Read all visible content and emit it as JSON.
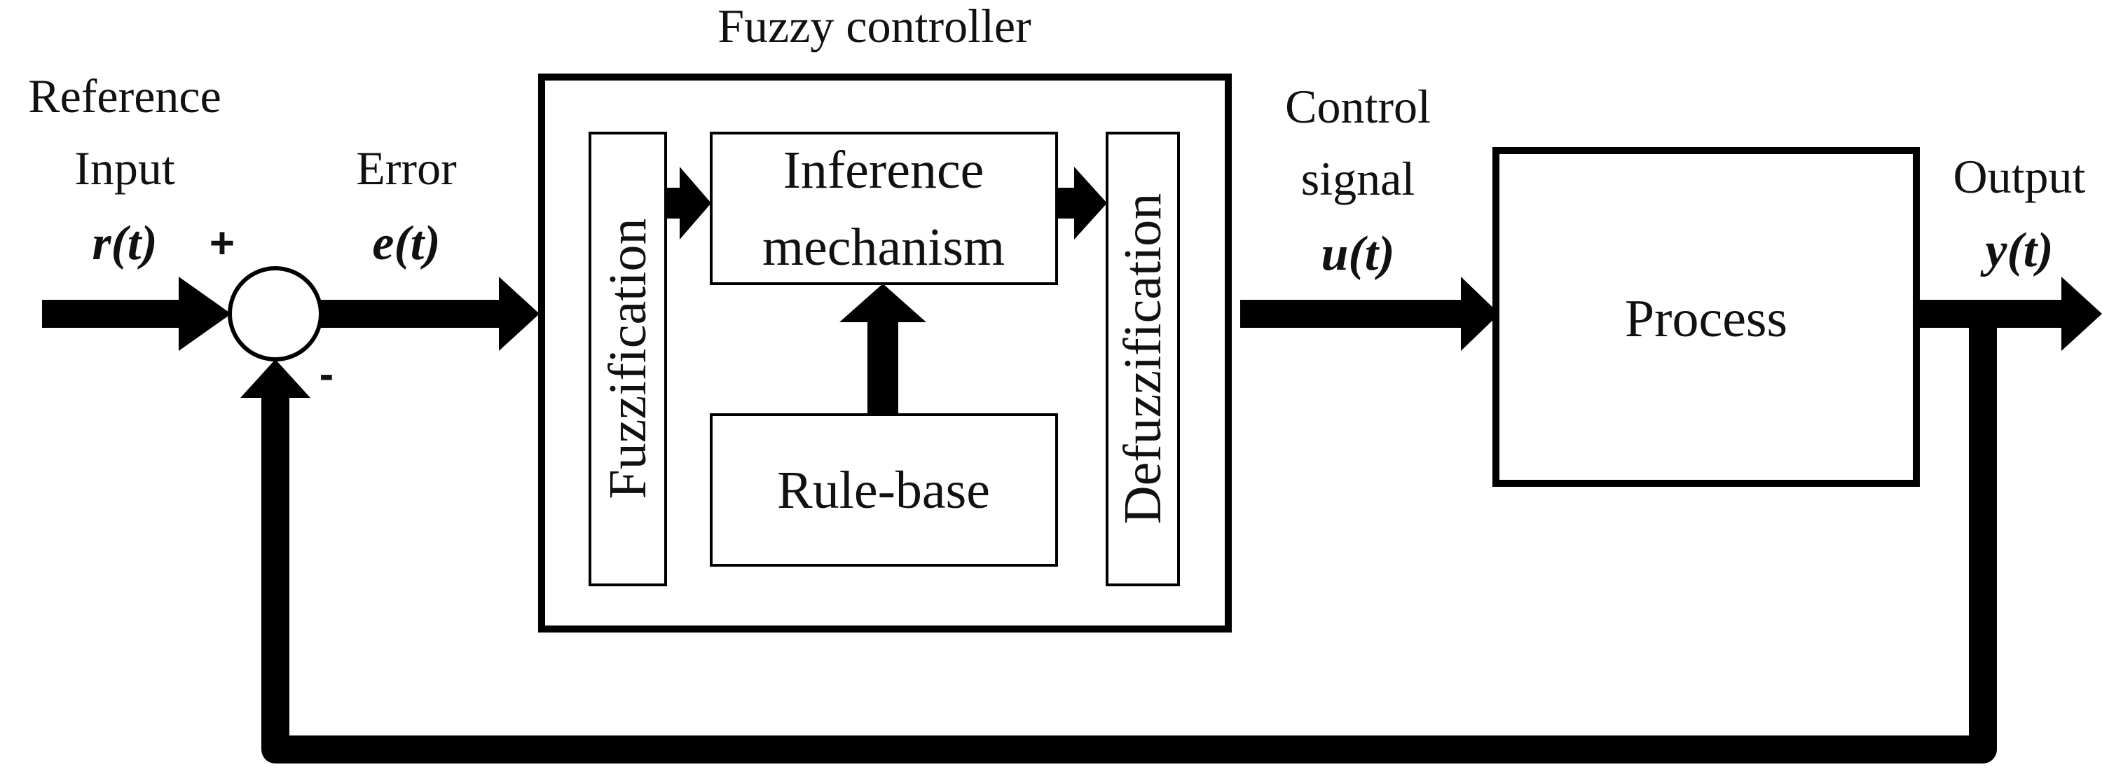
{
  "reference_input": {
    "line1": "Reference",
    "line2": "Input",
    "signal": "r(t)"
  },
  "sum_signs": {
    "plus": "+",
    "minus": "-"
  },
  "error": {
    "label": "Error",
    "signal": "e(t)"
  },
  "fuzzy_controller": {
    "title": "Fuzzy controller",
    "fuzzification": "Fuzzification",
    "inference_line1": "Inference",
    "inference_line2": "mechanism",
    "rule_base": "Rule-base",
    "defuzzification": "Defuzzification"
  },
  "control_signal": {
    "line1": "Control",
    "line2": "signal",
    "signal": "u(t)"
  },
  "process": {
    "label": "Process"
  },
  "output": {
    "label": "Output",
    "signal": "y(t)"
  },
  "colors": {
    "stroke": "#000000",
    "background": "#ffffff"
  }
}
